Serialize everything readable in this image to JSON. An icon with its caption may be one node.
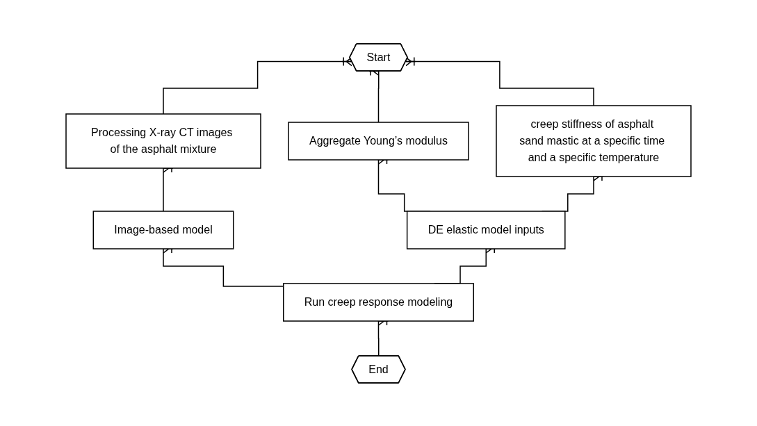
{
  "diagram": {
    "nodes": [
      {
        "text": [
          "Start"
        ]
      },
      {
        "text": [
          "Processing X-ray CT images of the asphalt mixture"
        ]
      },
      {
        "text": [
          "Aggregate Young’s modulus"
        ]
      },
      {
        "text": [
          "creep stiffness of asphalt sand mastic at a specific time and a specific temperature"
        ]
      },
      {
        "text": [
          "Image-based model"
        ]
      },
      {
        "text": [
          "DE elastic model inputs"
        ]
      },
      {
        "text": [
          "Run creep response modeling"
        ]
      },
      {
        "text": [
          "End"
        ]
      }
    ],
    "edges": [
      {
        "from": 0,
        "to": 1,
        "arrow": "other"
      },
      {
        "from": 0,
        "to": 2,
        "arrow": "other"
      },
      {
        "from": 0,
        "to": 3,
        "arrow": "other"
      },
      {
        "from": 1,
        "to": 4,
        "arrow": "other"
      },
      {
        "from": 2,
        "to": 5,
        "arrow": "other"
      },
      {
        "from": 3,
        "to": 5,
        "arrow": "other"
      },
      {
        "from": 4,
        "to": 6,
        "arrow": "other"
      },
      {
        "from": 5,
        "to": 6,
        "arrow": "other"
      },
      {
        "from": 6,
        "to": 7,
        "arrow": "other"
      }
    ]
  }
}
